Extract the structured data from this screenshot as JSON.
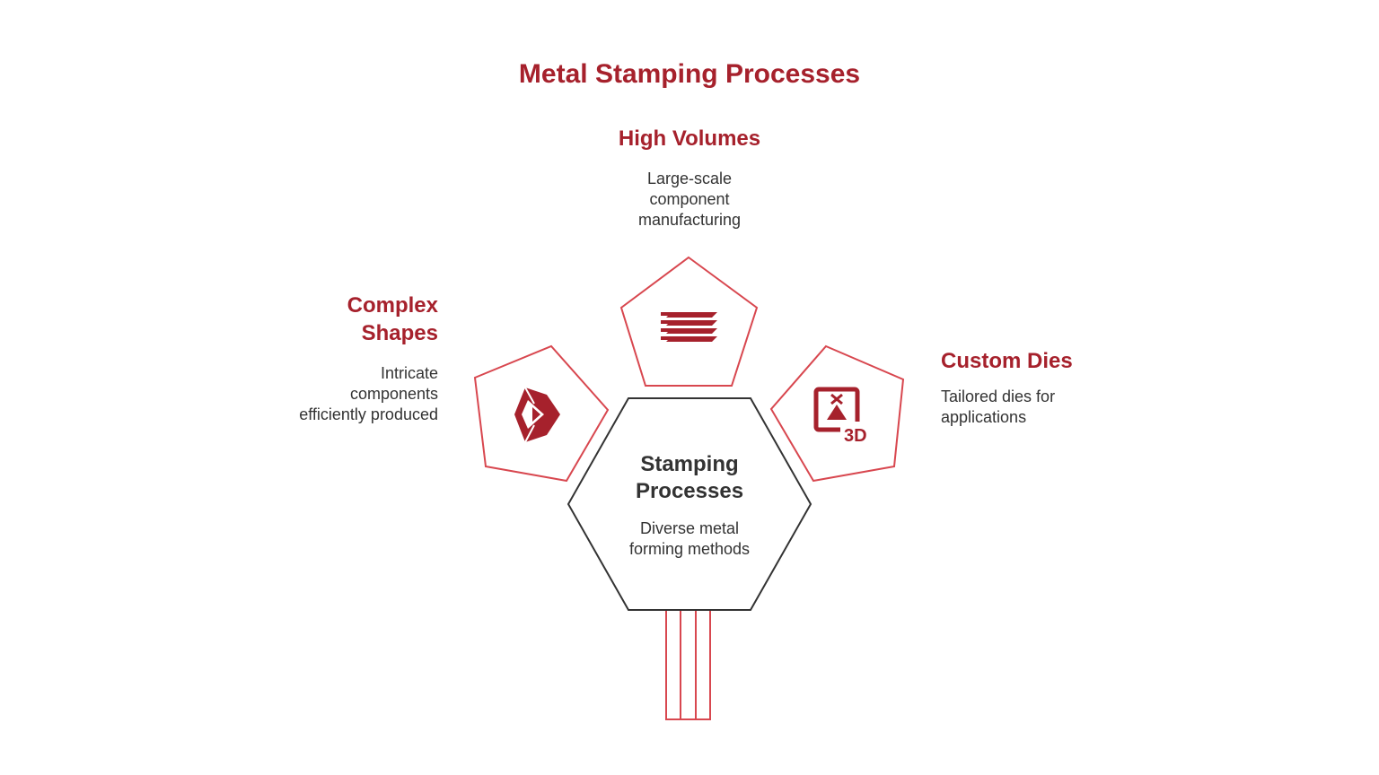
{
  "title": "Metal Stamping Processes",
  "center": {
    "title_lines": [
      "Stamping",
      "Processes"
    ],
    "desc_lines": [
      "Diverse metal",
      "forming methods"
    ]
  },
  "nodes": {
    "high_volumes": {
      "heading_lines": [
        "High Volumes"
      ],
      "desc_lines": [
        "Large-scale",
        "component",
        "manufacturing"
      ],
      "icon": "stacked-sheets-icon"
    },
    "complex_shapes": {
      "heading_lines": [
        "Complex",
        "Shapes"
      ],
      "desc_lines": [
        "Intricate",
        "components",
        "efficiently produced"
      ],
      "icon": "geometric-shape-icon"
    },
    "custom_dies": {
      "heading_lines": [
        "Custom Dies"
      ],
      "desc_lines": [
        "Tailored dies for",
        "applications"
      ],
      "icon": "3d-print-icon",
      "icon_text": "3D"
    }
  },
  "colors": {
    "accent": "#a6212c",
    "outline_red": "#d8474f",
    "outline_dark": "#333333",
    "text": "#333333"
  }
}
